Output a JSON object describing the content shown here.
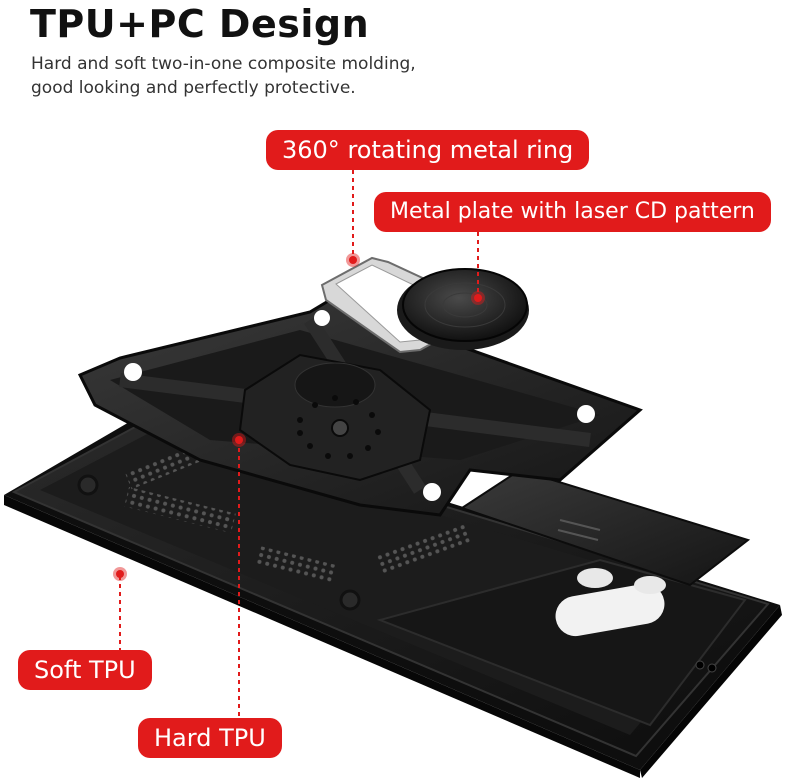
{
  "header": {
    "title": "TPU+PC Design",
    "description_lines": [
      "Hard and soft two-in-one composite molding,",
      "good looking and perfectly protective."
    ]
  },
  "callouts": {
    "ring": "360° rotating metal ring",
    "plate": "Metal plate with laser CD pattern",
    "soft": "Soft TPU",
    "hard": "Hard TPU"
  },
  "colors": {
    "accent": "#e11b1b",
    "case": "#1a1a1a",
    "title": "#111111"
  }
}
